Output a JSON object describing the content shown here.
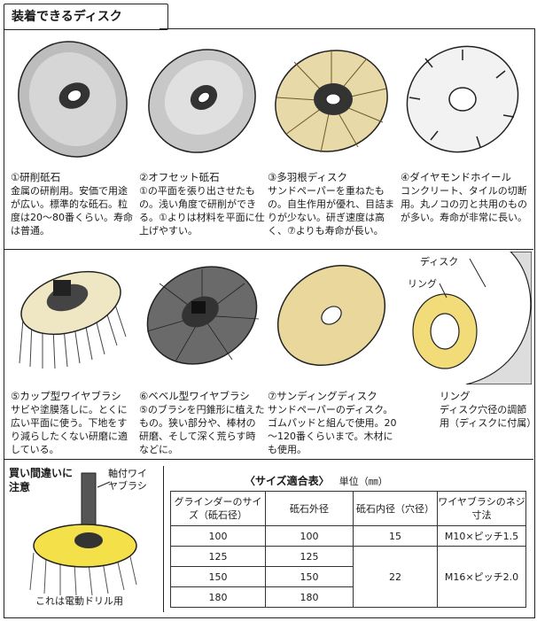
{
  "header": "装着できるディスク",
  "items": [
    {
      "title": "①研削砥石",
      "desc": "金属の研削用。安価で用途が広い。標準的な砥石。粒度は20～80番くらい。寿命は普通。"
    },
    {
      "title": "②オフセット砥石",
      "desc": "①の平面を張り出させたもの。浅い角度で研削ができる。①よりは材料を平面に仕上げやすい。"
    },
    {
      "title": "③多羽根ディスク",
      "desc": "サンドペーパーを重ねたもの。自生作用が優れ、目詰まりが少ない。研ぎ速度は高く、⑦よりも寿命が長い。"
    },
    {
      "title": "④ダイヤモンドホイール",
      "desc": "コンクリート、タイルの切断用。丸ノコの刃と共用のものが多い。寿命が非常に長い。"
    },
    {
      "title": "⑤カップ型ワイヤブラシ",
      "desc": "サビや塗膜落しに。とくに広い平面に使う。下地をすり減らしたくない研磨に適している。"
    },
    {
      "title": "⑥ベベル型ワイヤブラシ",
      "desc": "⑤のブラシを円錐形に植えたもの。狭い部分や、棒材の研磨、そして深く荒らす時などに。"
    },
    {
      "title": "⑦サンディングディスク",
      "desc": "サンドペーパーのディスク。ゴムパッドと組んで使用。20～120番くらいまで。木材にも使用。"
    }
  ],
  "ring_panel": {
    "disk_label": "ディスク",
    "ring_label": "リング",
    "caption_title": "リング",
    "caption_desc": "ディスク穴径の調節用（ディスクに付属）"
  },
  "warning": {
    "title": "買い間違いに注意",
    "shaft_label": "軸付ワイヤブラシ",
    "note": "これは電動ドリル用"
  },
  "size_table": {
    "title": "〈サイズ適合表〉",
    "unit": "単位（㎜）",
    "headers": [
      "グラインダーのサイズ（砥石径）",
      "砥石外径",
      "砥石内径（穴径）",
      "ワイヤブラシのネジ寸法"
    ],
    "rows": [
      {
        "grinder": "100",
        "outer": "100",
        "inner": "15",
        "screw": "M10×ピッチ1.5"
      },
      {
        "grinder": "125",
        "outer": "125",
        "inner": "22",
        "screw": "M16×ピッチ2.0"
      },
      {
        "grinder": "150",
        "outer": "150",
        "inner": "",
        "screw": ""
      },
      {
        "grinder": "180",
        "outer": "180",
        "inner": "",
        "screw": ""
      }
    ]
  }
}
